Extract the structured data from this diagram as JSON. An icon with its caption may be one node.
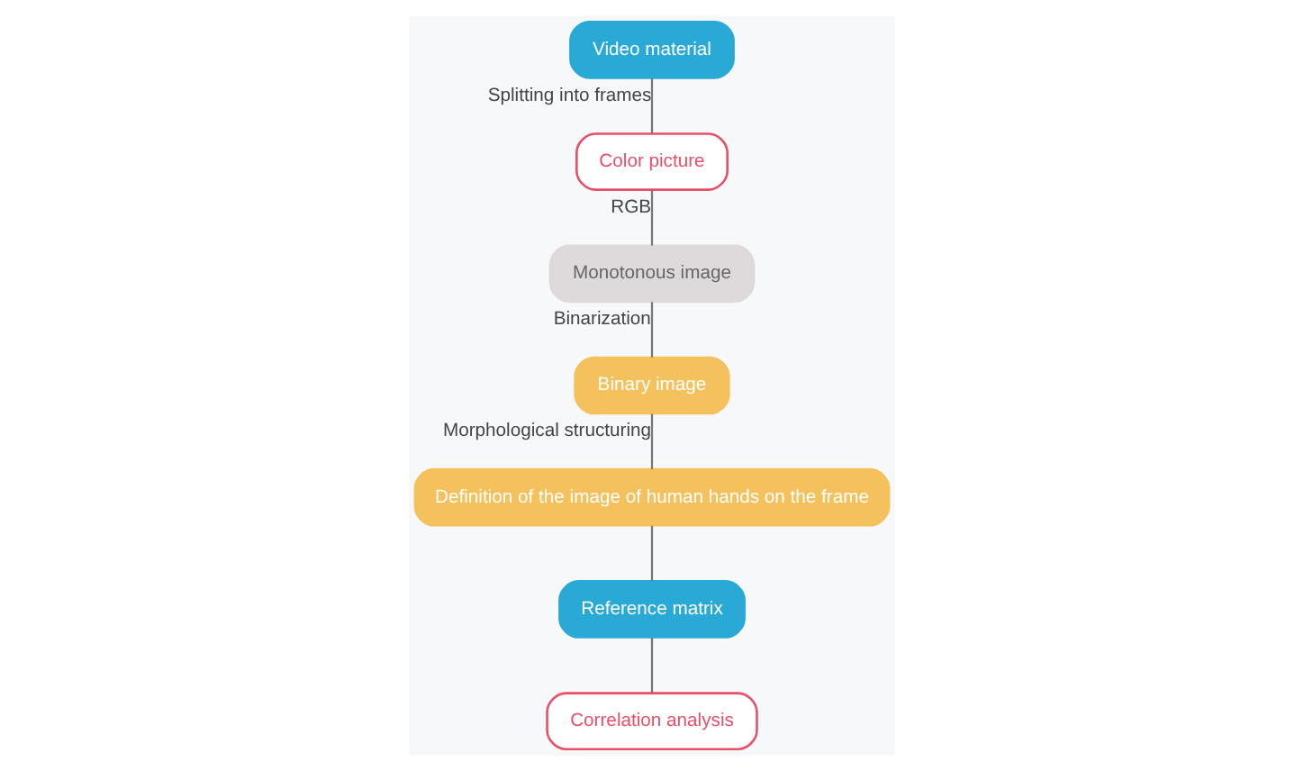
{
  "diagram": {
    "nodes": [
      {
        "text": [
          "Video material"
        ]
      },
      {
        "text": [
          "Color picture"
        ]
      },
      {
        "text": [
          "Monotonous image"
        ]
      },
      {
        "text": [
          "Binary image"
        ]
      },
      {
        "text": [
          "Definition of the image of human hands on the frame"
        ]
      },
      {
        "text": [
          "Reference matrix"
        ]
      },
      {
        "text": [
          "Correlation analysis"
        ]
      }
    ],
    "edges": [
      {
        "from": 0,
        "to": 1,
        "arrow": "none",
        "label": "Splitting into frames"
      },
      {
        "from": 1,
        "to": 2,
        "arrow": "none",
        "label": "RGB"
      },
      {
        "from": 2,
        "to": 3,
        "arrow": "none",
        "label": "Binarization"
      },
      {
        "from": 3,
        "to": 4,
        "arrow": "none",
        "label": "Morphological structuring"
      },
      {
        "from": 4,
        "to": 5,
        "arrow": "none"
      },
      {
        "from": 5,
        "to": 6,
        "arrow": "none"
      }
    ]
  }
}
